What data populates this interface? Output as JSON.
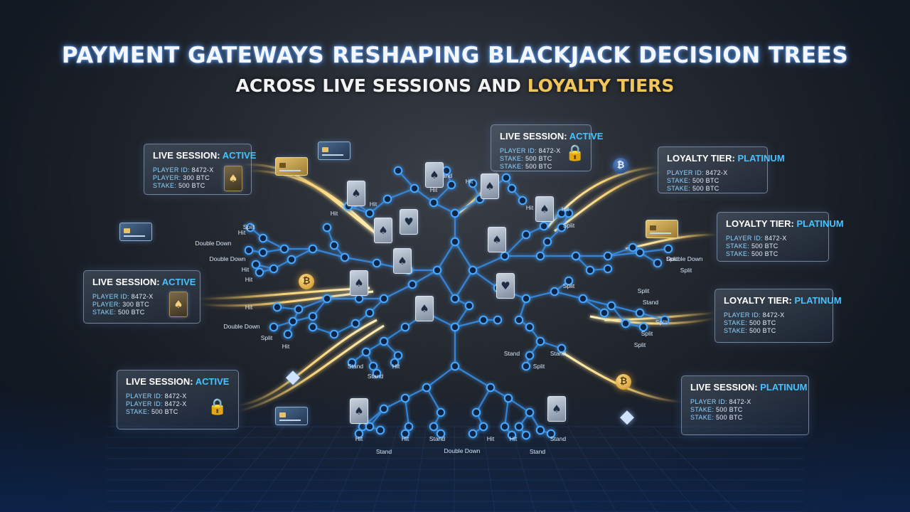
{
  "title": {
    "line1": "PAYMENT GATEWAYS RESHAPING BLACKJACK DECISION TREES",
    "line2_white": "ACROSS LIVE SESSIONS AND",
    "line2_gold": "LOYALTY TIERS"
  },
  "panels": [
    {
      "id": "p1",
      "label": "LIVE SESSION:",
      "status": "ACTIVE",
      "rows": [
        [
          "PLAYER ID:",
          "8472-X"
        ],
        [
          "PLAYER:",
          "300 BTC"
        ],
        [
          "STAKE:",
          "500 BTC"
        ]
      ]
    },
    {
      "id": "p2",
      "label": "LIVE SESSION:",
      "status": "ACTIVE",
      "rows": [
        [
          "PLAYER ID:",
          "8472-X"
        ],
        [
          "STAKE:",
          "500 BTC"
        ],
        [
          "STAKE:",
          "500 BTC"
        ]
      ]
    },
    {
      "id": "p3",
      "label": "LOYALTY TIER:",
      "status": "PLATINUM",
      "rows": [
        [
          "PLAYER ID:",
          "8472-X"
        ],
        [
          "STAKE:",
          "500 BTC"
        ],
        [
          "STAKE:",
          "500 BTC"
        ]
      ]
    },
    {
      "id": "p4",
      "label": "LOYALTY TIER:",
      "status": "PLATINUM",
      "rows": [
        [
          "PLAYER ID:",
          "8472-X"
        ],
        [
          "STAKE:",
          "500 BTC"
        ],
        [
          "STAKE:",
          "500 BTC"
        ]
      ]
    },
    {
      "id": "p5",
      "label": "LIVE SESSION:",
      "status": "ACTIVE",
      "rows": [
        [
          "PLAYER ID:",
          "8472-X"
        ],
        [
          "PLAYER:",
          "300 BTC"
        ],
        [
          "STAKE:",
          "500 BTC"
        ]
      ]
    },
    {
      "id": "p6",
      "label": "LOYALTY TIER:",
      "status": "PLATINUM",
      "rows": [
        [
          "PLAYER ID:",
          "8472-X"
        ],
        [
          "STAKE:",
          "500 BTC"
        ],
        [
          "STAKE:",
          "500 BTC"
        ]
      ]
    },
    {
      "id": "p7",
      "label": "LIVE SESSION:",
      "status": "ACTIVE",
      "rows": [
        [
          "PLAYER ID:",
          "8472-X"
        ],
        [
          "PLAYER ID:",
          "8472-X"
        ],
        [
          "STAKE:",
          "500 BTC"
        ]
      ]
    },
    {
      "id": "p8",
      "label": "LIVE SESSION:",
      "status": "PLATINUM",
      "rows": [
        [
          "PLAYER ID:",
          "8472-X"
        ],
        [
          "STAKE:",
          "500 BTC"
        ],
        [
          "STAKE:",
          "500 BTC"
        ]
      ]
    }
  ],
  "tree_labels": {
    "hit": "Hit",
    "stand": "Stand",
    "split": "Split",
    "double_down": "Double Down"
  },
  "colors": {
    "node": "#4aa8ff",
    "edge": "#3a8ee8",
    "stream": "#f2c65c",
    "accent_blue": "#45c3ff",
    "accent_gold": "#f0c55a"
  },
  "icons": [
    "lock-icon",
    "credit-card-icon",
    "bitcoin-coin-icon",
    "ethereum-icon",
    "playing-card-icon"
  ]
}
